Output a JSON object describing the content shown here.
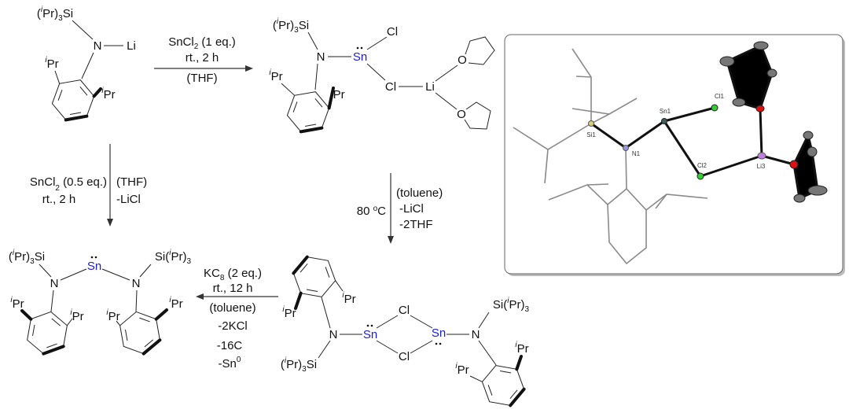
{
  "labels": {
    "si_left": "(^i^Pr)_3_Si",
    "si_right": "Si(^i^Pr)_3_",
    "ipr": "^i^Pr",
    "n": "N",
    "li": "Li",
    "sn": "Sn",
    "cl": "Cl",
    "o": "O"
  },
  "reactions": {
    "step1": [
      "SnCl_2_ (1 eq.)",
      "rt., 2 h",
      "(THF)"
    ],
    "step2_left": [
      "SnCl_2_ (0.5 eq.)",
      "rt., 2 h"
    ],
    "step2_right": [
      "(THF)",
      "-LiCl"
    ],
    "step3_left": "80 ~o~C",
    "step3_right": [
      "(toluene)",
      "-LiCl",
      "-2THF"
    ],
    "step4": [
      "KC_8_ (2 eq.)",
      "rt., 12 h",
      "(toluene)",
      "-2KCl",
      "-16C",
      "-Sn~0~"
    ]
  },
  "crystal_structure": {
    "atoms": {
      "si": "Si1",
      "n": "N1",
      "sn": "Sn1",
      "cl1": "Cl1",
      "cl2": "Cl2",
      "li": "Li3"
    },
    "colors": {
      "si": "#d8d07a",
      "n": "#9a96e0",
      "sn": "#3f5f5c",
      "cl": "#33cc33",
      "li": "#c27fe0",
      "o": "#dd1111",
      "c": "#777777"
    }
  },
  "colors": {
    "tin": "#1a1adc",
    "bond": "#222222"
  }
}
